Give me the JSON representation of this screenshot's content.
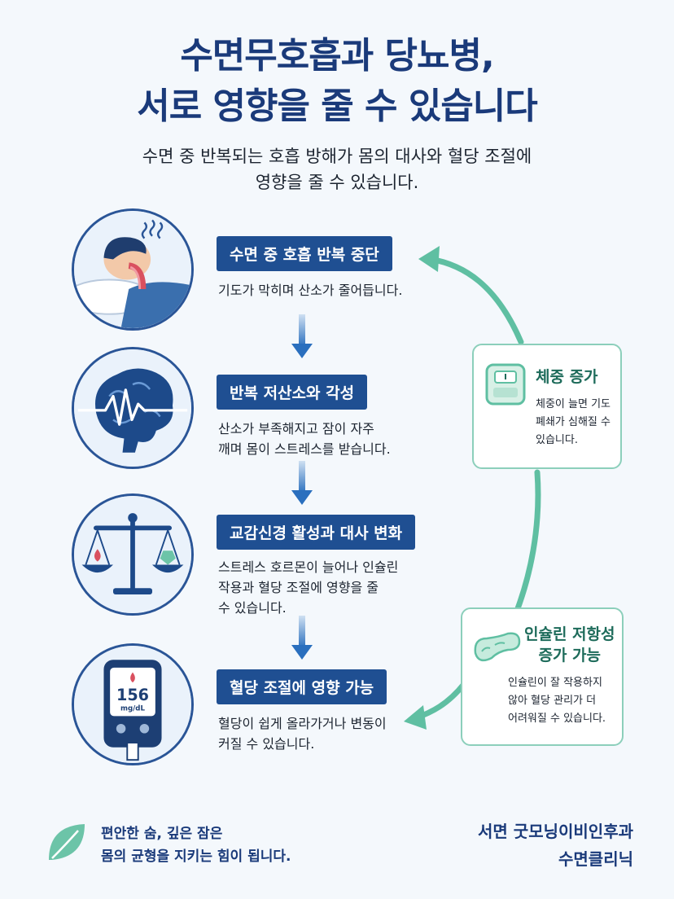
{
  "header": {
    "title_line1": "수면무호흡과 당뇨병,",
    "title_line2": "서로 영향을 줄 수 있습니다",
    "subtitle_line1": "수면 중 반복되는 호흡 방해가 몸의 대사와 혈당 조절에",
    "subtitle_line2": "영향을 줄 수 있습니다."
  },
  "steps": [
    {
      "label": "수면 중 호흡 반복 중단",
      "desc_lines": [
        "기도가 막히며 산소가 줄어듭니다."
      ],
      "icon": "sleeping-person-icon"
    },
    {
      "label": "반복 저산소와 각성",
      "desc_lines": [
        "산소가 부족해지고 잠이 자주",
        "깨며 몸이 스트레스를 받습니다."
      ],
      "icon": "brain-icon"
    },
    {
      "label": "교감신경 활성과 대사 변화",
      "desc_lines": [
        "스트레스 호르몬이 늘어나 인슐린",
        "작용과 혈당 조절에 영향을 줄",
        "수 있습니다."
      ],
      "icon": "balance-scale-icon"
    },
    {
      "label": "혈당 조절에 영향 가능",
      "desc_lines": [
        "혈당이 쉽게 올라가거나 변동이",
        "커질 수 있습니다."
      ],
      "icon": "glucose-meter-icon"
    }
  ],
  "glucose_meter": {
    "value": "156",
    "unit": "mg/dL"
  },
  "side_boxes": [
    {
      "title": "체중 증가",
      "desc_lines": [
        "체중이 늘면 기도",
        "폐쇄가 심해질 수",
        "있습니다."
      ],
      "icon": "weight-scale-icon"
    },
    {
      "title_lines": [
        "인슐린 저항성",
        "증가 가능"
      ],
      "desc_lines": [
        "인슐린이 잘 작용하지",
        "않아 혈당 관리가 더",
        "어려워질 수 있습니다."
      ],
      "icon": "pancreas-icon"
    }
  ],
  "footer": {
    "left_line1": "편안한 숨, 깊은 잠은",
    "left_line2": "몸의 균형을 지키는 힘이 됩니다.",
    "right_line1": "서면 굿모닝이비인후과",
    "right_line2": "수면클리닉"
  },
  "colors": {
    "navy": "#1f4f92",
    "teal": "#5fbfa2",
    "background": "#f4f8fc"
  }
}
